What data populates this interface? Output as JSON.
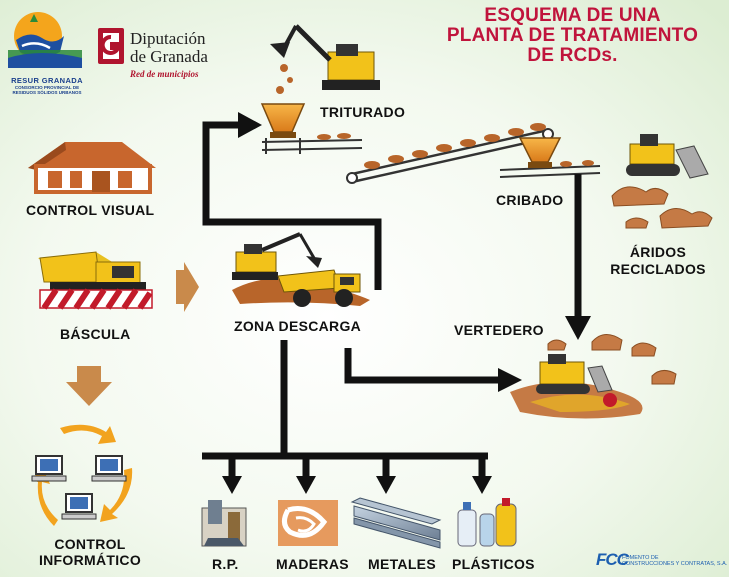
{
  "title": {
    "line1": "ESQUEMA DE UNA",
    "line2": "PLANTA DE TRATAMIENTO",
    "line3": "DE RCDs."
  },
  "logos": {
    "resur": {
      "name": "RESUR GRANADA",
      "subtitle": "CONSORCIO PROVINCIAL DE RESIDUOS SÓLIDOS URBANOS"
    },
    "diputacion": {
      "line1": "Diputación",
      "line2": "de Granada",
      "tagline": "Red de municipios"
    },
    "fcc": {
      "mark": "FCC",
      "line1": "FOMENTO DE",
      "line2": "CONSTRUCCIONES Y CONTRATAS, S.A."
    }
  },
  "labels": {
    "control_visual": "CONTROL VISUAL",
    "bascula": "BÁSCULA",
    "control_informatico_1": "CONTROL",
    "control_informatico_2": "INFORMÁTICO",
    "zona_descarga": "ZONA DESCARGA",
    "triturado": "TRITURADO",
    "cribado": "CRIBADO",
    "aridos_1": "ÁRIDOS",
    "aridos_2": "RECICLADOS",
    "vertedero": "VERTEDERO",
    "rp": "R.P.",
    "maderas": "MADERAS",
    "metales": "METALES",
    "plasticos": "PLÁSTICOS"
  },
  "colors": {
    "title": "#c0143c",
    "arrow_orange": "#c98a4b",
    "arrow_black": "#111111",
    "rubble": "#b8652a",
    "machine_yellow": "#f2c21a"
  }
}
